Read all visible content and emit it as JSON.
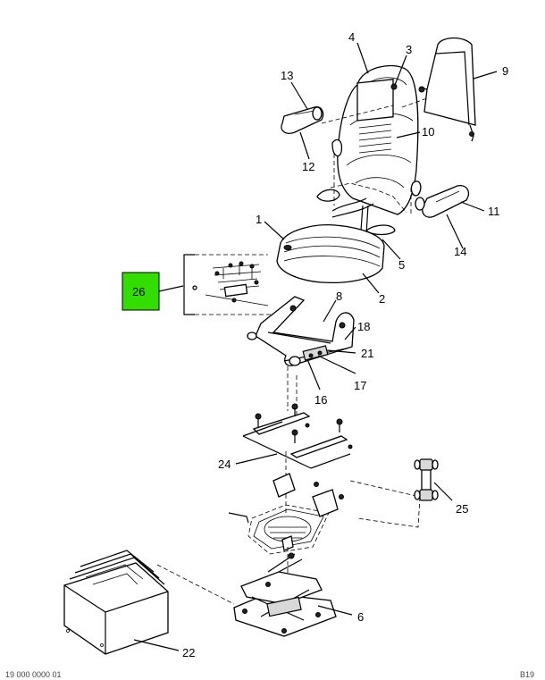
{
  "diagram": {
    "highlight_color": "#33dd00",
    "highlighted_callout": "26",
    "callouts": [
      "1",
      "2",
      "3",
      "4",
      "5",
      "6",
      "8",
      "9",
      "10",
      "11",
      "12",
      "13",
      "14",
      "16",
      "17",
      "18",
      "21",
      "22",
      "24",
      "25",
      "26"
    ],
    "footer_left": "19 000 0000 01",
    "footer_right": "B19"
  }
}
